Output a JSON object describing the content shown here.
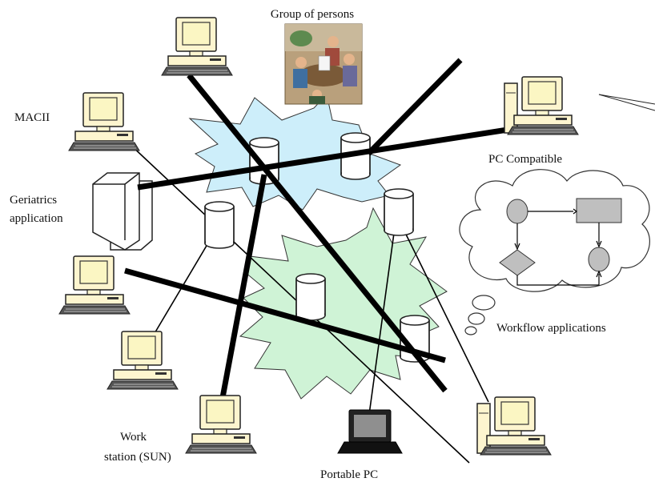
{
  "labels": {
    "group": "Group of persons",
    "macii": "MACII",
    "pc_compatible": "PC Compatible",
    "geriatrics_1": "Geriatrics",
    "geriatrics_2": "application",
    "workflow": "Workflow applications",
    "workstation_1": "Work",
    "workstation_2": "station (SUN)",
    "portable": "Portable PC"
  },
  "colors": {
    "monitor_fill": "#fdf5cf",
    "screen_fill": "#fbf6c3",
    "cloud_top": "#cdeefa",
    "cloud_bottom": "#cff3d6",
    "node_fill": "#bfbfbf",
    "link": "#000000"
  },
  "icons": {
    "computer": "computer-icon",
    "database": "database-icon",
    "server": "server-icon",
    "laptop": "laptop-icon",
    "photo": "group-photo-icon"
  }
}
